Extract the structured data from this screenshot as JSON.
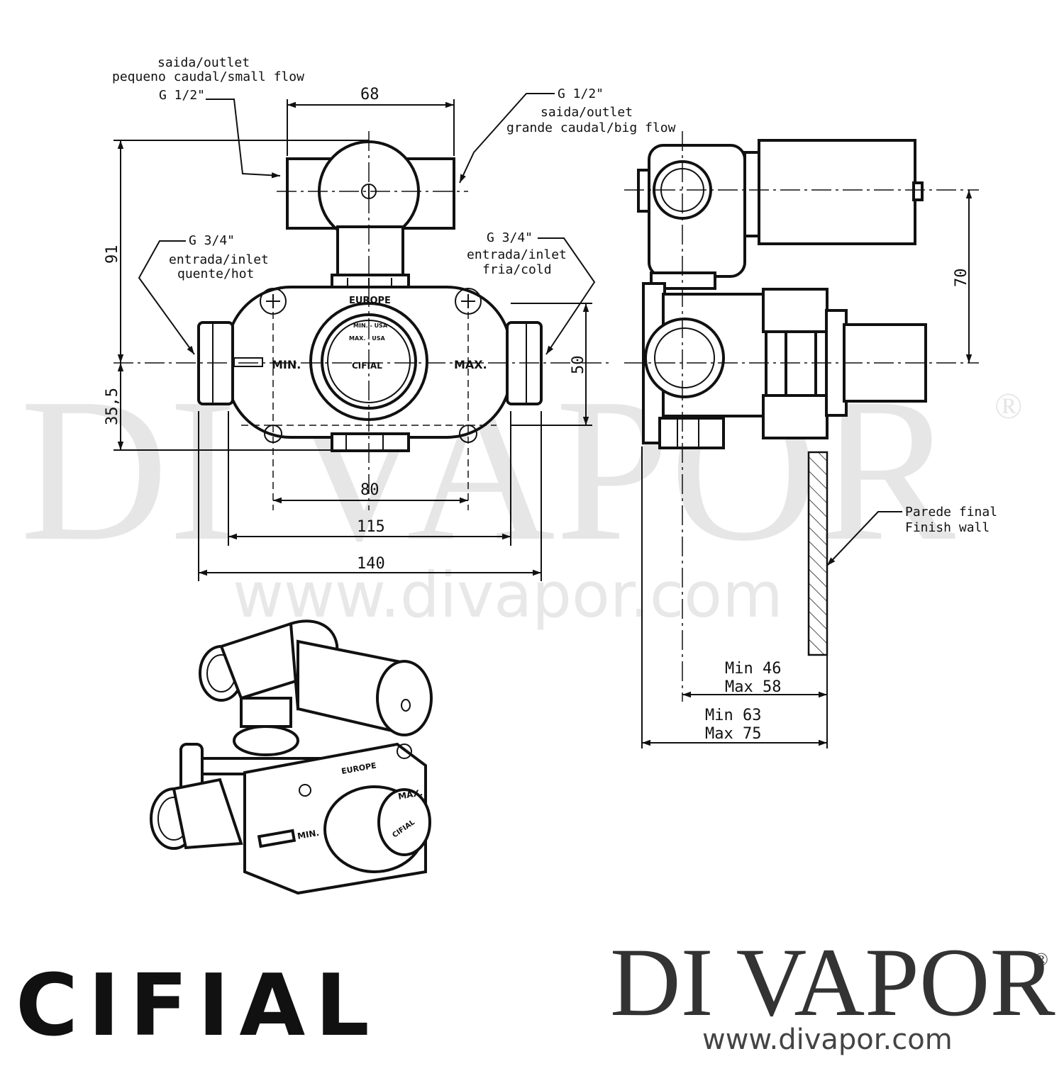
{
  "watermark": {
    "brand": "DI VAPOR",
    "registered": "®",
    "url": "www.divapor.com"
  },
  "front_view": {
    "outlet_small": {
      "line1": "saida/outlet",
      "line2": "pequeno caudal/small flow",
      "thread": "G 1/2\""
    },
    "outlet_big": {
      "thread": "G 1/2\"",
      "line1": "saida/outlet",
      "line2": "grande caudal/big flow"
    },
    "inlet_hot": {
      "thread": "G 3/4\"",
      "line1": "entrada/inlet",
      "line2": "quente/hot"
    },
    "inlet_cold": {
      "thread": "G 3/4\"",
      "line1": "entrada/inlet",
      "line2": "fria/cold"
    },
    "body_marks": {
      "europe": "EUROPE",
      "min": "MIN.",
      "max": "MAX.",
      "knob_top": "MIN. - USA",
      "knob_mid": "MAX. - USA",
      "knob_brand": "CIFIAL"
    },
    "dimensions": {
      "d68": "68",
      "d91": "91",
      "d50": "50",
      "d35": "35,5",
      "d80": "80",
      "d115": "115",
      "d140": "140"
    }
  },
  "side_view": {
    "dimensions": {
      "d70": "70"
    },
    "wall_label": {
      "line1": "Parede final",
      "line2": "Finish wall"
    },
    "depth_inner": {
      "line1": "Min 46",
      "line2": "Max 58"
    },
    "depth_outer": {
      "line1": "Min 63",
      "line2": "Max 75"
    }
  },
  "iso_view": {
    "europe": "EUROPE",
    "max": "MAX.",
    "min": "MIN.",
    "knob_brand": "CIFIAL"
  },
  "footer": {
    "logo": "CIFIAL",
    "brand": "DI VAPOR",
    "registered": "®",
    "url": "www.divapor.com"
  }
}
